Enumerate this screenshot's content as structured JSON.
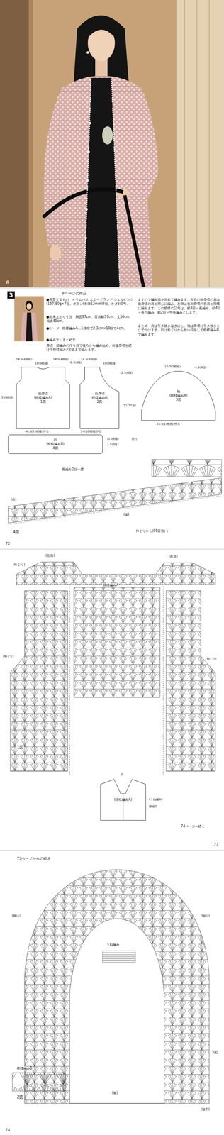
{
  "diagram": {
    "nodes": [
      {
        "text": [
          "後身頃",
          "(模様編みA)",
          "1図"
        ]
      },
      {
        "text": [
          "前身頃",
          "(模様編みA)",
          "2図"
        ]
      },
      {
        "text": [
          "袖",
          "(模様編みA)",
          "3図"
        ]
      },
      {
        "text": [
          "衿",
          "(模様編みB)",
          "4図"
        ]
      },
      {
        "text": [
          "(模様編みA)"
        ]
      }
    ],
    "labels": [
      "8",
      "3",
      "8ページの作品",
      "●用意するもの　オリムパス エミーグランデ シェルピンク(167)80g×7玉。ボタン(直径13mm)8個。かぎ針0号。",
      "●出来上がり寸法　胸囲97cm、背肩幅37cm、丈56cm、袖丈45cm。",
      "●ゲージ　模様編みA…1模様で2.3cm×10段で4cm。",
      "●編み方・まとめ方",
      "身頃　鎖編みの作り目で後ろから編み始め、前後身頃を続けて模様編みAで脇まで編みます。",
      "ますので編み地を左右で編みます。左右の前身頃の肩は後身頃の肩と同じに編み、左側は右前身頃の右肩と同様に編みます。この模様の記号は、鎖3目＝長編み、鎖4目＝長々編み、鎖2目＝中長編みとします。",
      "まとめ　肩は引き抜きはぎにし、袖は身頃に引き抜きとじで付けます。衿は衿ぐりから拾い目をして模様編みBで編みます。",
      "14.5(4模様)",
      "18(5模様)",
      "14.5(4模様)",
      "-2.3(6段)",
      "14.5(4模様)",
      "10(3模様)",
      "-2.3(6段)",
      "33(86段)",
      "48.5(21模様)作る",
      "24(10模様)作る",
      "-1.5(4段)",
      "10.7(3模様)",
      "31(77段)",
      "35.5(15模様)作る",
      "(13模様)",
      "1.5(3段)",
      "拾う",
      "長編み2目一度",
      "4図",
      "(前)",
      "(後)",
      "衿ぐりから(95目)拾う",
      "72",
      "(左肩)",
      "(衿ぐり)",
      "(右肩)",
      "模様編みA",
      "(袖ぐり)",
      "(袖ぐり)",
      "1図",
      "74ページへ続く",
      "73",
      "衿",
      "(うね編み)",
      "縁編み",
      "73ページからの続き",
      "(袖山)",
      "(袖山)",
      "うね編み",
      "模様編みB",
      "2図",
      "3図",
      "(袖下)",
      "(裾)",
      "74"
    ]
  }
}
